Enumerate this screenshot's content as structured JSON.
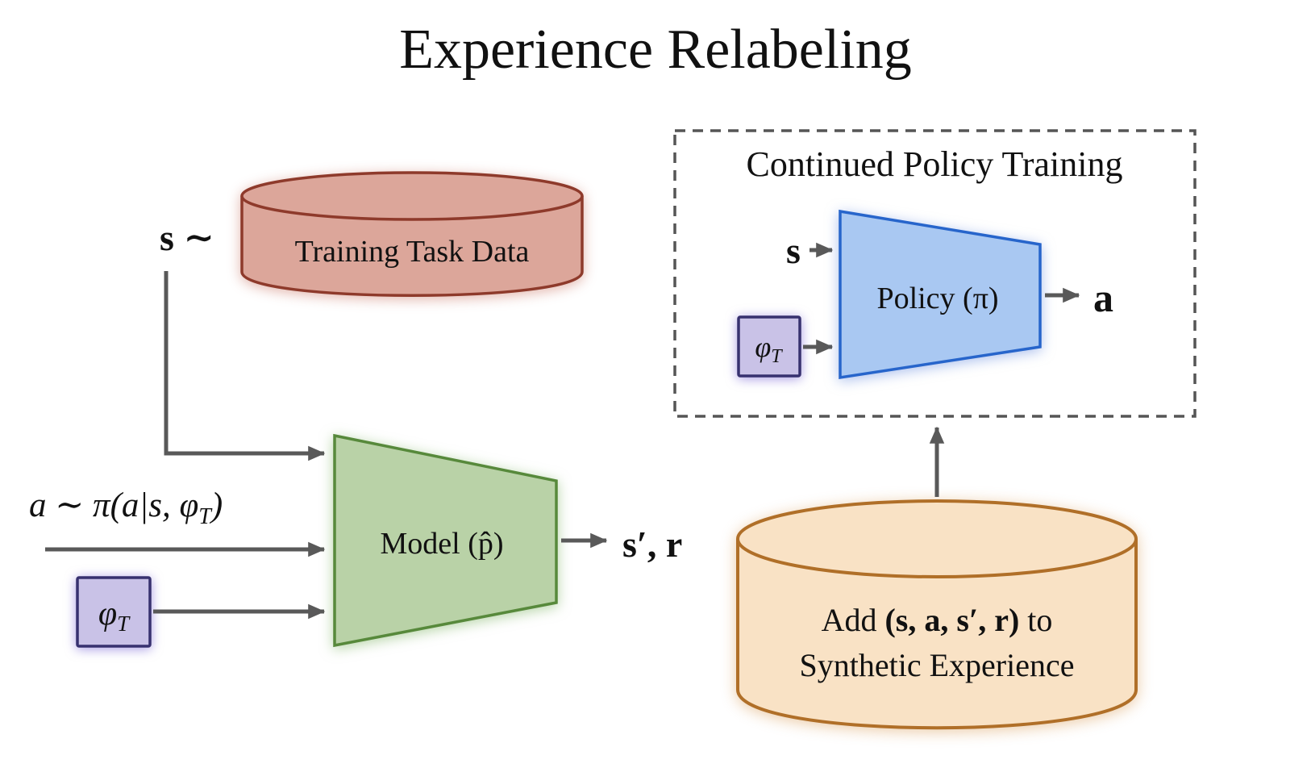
{
  "title": "Experience Relabeling",
  "colors": {
    "text": "#111111",
    "arrow": "#595959",
    "dash_border": "#555555",
    "red_fill": "#dca69a",
    "red_stroke": "#8e3a2b",
    "red_text": "#33110a",
    "green_fill": "#b9d2a7",
    "green_stroke": "#57893b",
    "green_text": "#13240c",
    "blue_fill": "#a9c8f2",
    "blue_stroke": "#2765cb",
    "blue_text": "#0f2749",
    "purple_fill": "#c9c2e7",
    "purple_stroke": "#37316f",
    "purple_text": "#1c1650",
    "orange_fill": "#f9e2c5",
    "orange_stroke": "#b06f28",
    "orange_text": "#1f1205"
  },
  "training_data": {
    "label": "Training Task Data"
  },
  "model": {
    "label": "Model (p̂)"
  },
  "policy_region": {
    "title": "Continued Policy Training"
  },
  "policy": {
    "label": "Policy (π)",
    "input_s": "s",
    "output_a": "a"
  },
  "synthetic": {
    "line1_pre": "Add ",
    "line1_math": "(s, a, s′, r)",
    "line1_post": " to",
    "line2": "Synthetic Experience"
  },
  "math": {
    "s_tilde": "s ∼",
    "a_sample_main": "a ∼ π(a|s, φ",
    "a_sample_sub": "T",
    "a_sample_close": ")",
    "phi": "φ",
    "phi_sub": "T",
    "model_output": "s′, r"
  }
}
